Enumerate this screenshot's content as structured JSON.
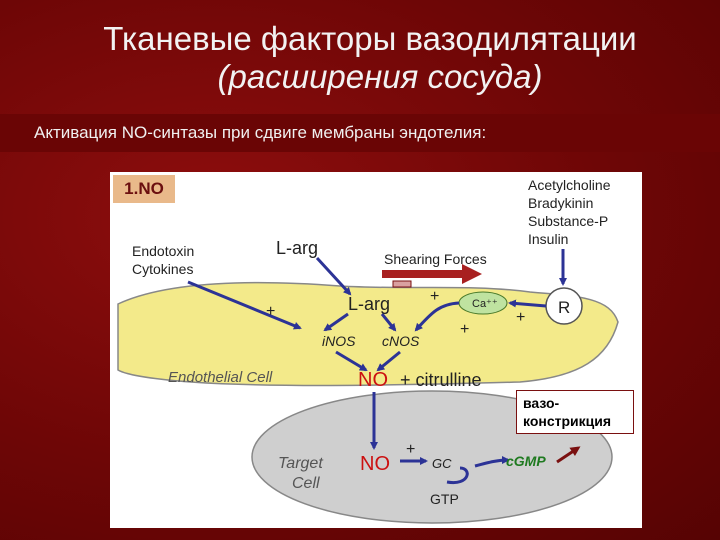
{
  "title": {
    "line1": "Тканевые факторы вазодилятации",
    "line2": "(расширения сосуда)"
  },
  "caption": "Активация NO-синтазы при сдвиге мембраны эндотелия:",
  "badge": "1.NO",
  "vasoconstriction": {
    "line1": "вазо-",
    "line2": "констрикция"
  },
  "diagram": {
    "agonists": [
      "Acetylcholine",
      "Bradykinin",
      "Substance-P",
      "Insulin"
    ],
    "inducers": [
      "Endotoxin",
      "Cytokines"
    ],
    "l_arg_outside": "L-arg",
    "l_arg_inside": "L-arg",
    "shearing_forces": "Shearing Forces",
    "ca": "Ca⁺⁺",
    "receptor": "R",
    "inos": "iNOS",
    "cnos": "cNOS",
    "plus": "+",
    "endothelial_cell": "Endothelial Cell",
    "no_endothelial": "NO",
    "citrulline": "+ citrulline",
    "target_cell_line1": "Target",
    "target_cell_line2": "Cell",
    "no_target": "NO",
    "gc": "GC",
    "cgmp": "cGMP",
    "gtp": "GTP"
  },
  "colors": {
    "background": "#6e0606",
    "endothelial_fill": "#f3ea8a",
    "target_fill": "#cfcfcf",
    "arrow_blue": "#2c3396",
    "no_red": "#cc1111",
    "cgmp_green": "#1f7a20",
    "badge_bg": "#e9b98a",
    "ca_fill": "#bfe3a0"
  }
}
